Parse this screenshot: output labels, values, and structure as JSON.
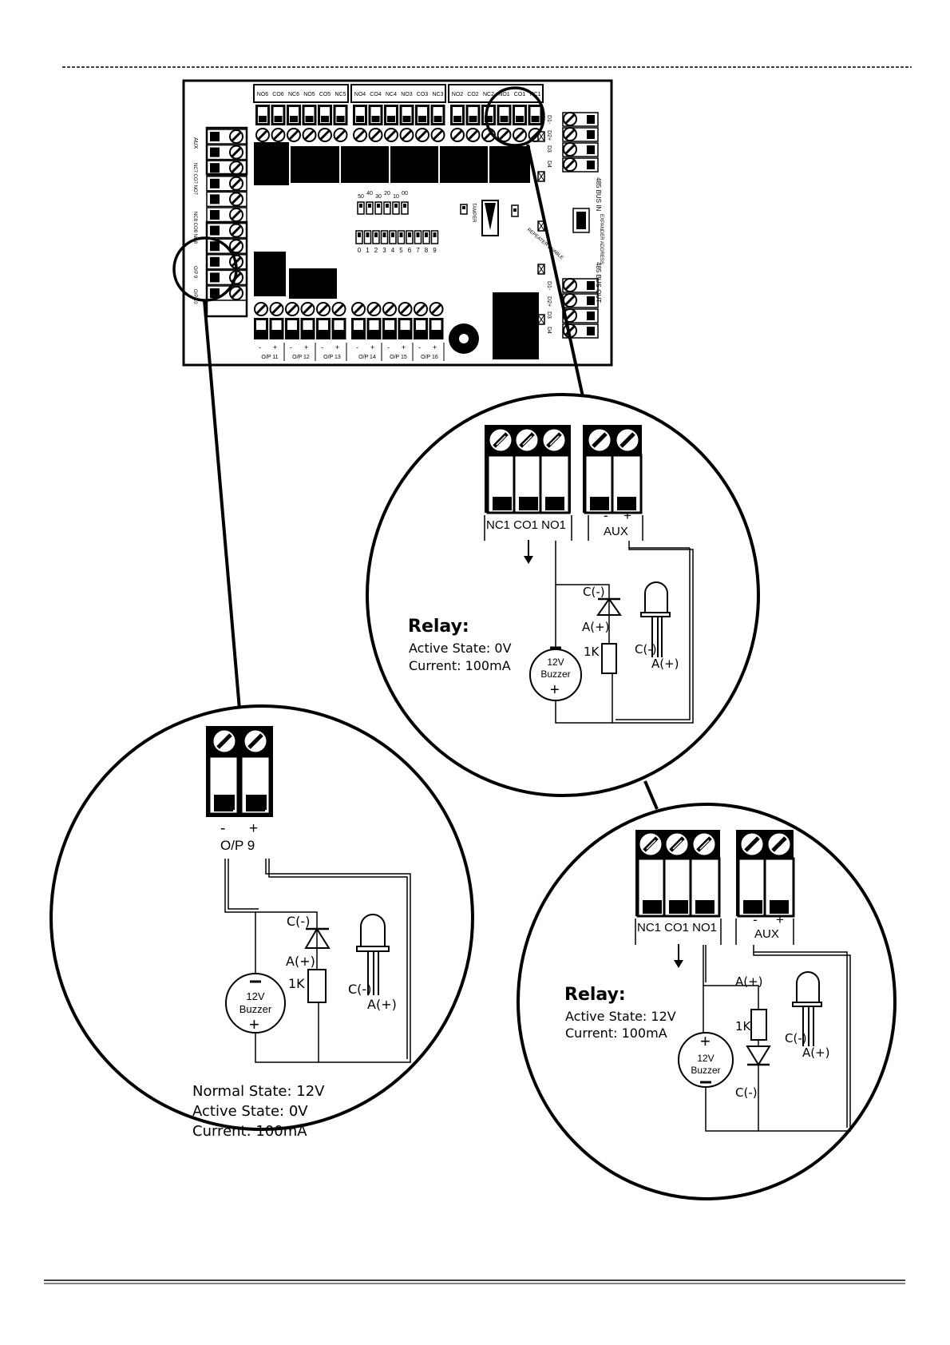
{
  "board": {
    "top_terminal_labels": [
      "NO6",
      "CO6",
      "NC6",
      "NO5",
      "CO5",
      "NC5",
      "NO4",
      "CO4",
      "NC4",
      "NO3",
      "CO3",
      "NC3",
      "NO2",
      "CO2",
      "NC2",
      "NO1",
      "CO1",
      "NC1"
    ],
    "right_labels": [
      "D1-",
      "D2+",
      "D3",
      "D4"
    ],
    "bus_in": "485 BUS IN",
    "bus_out": "485 BUS OUT",
    "expander": "EXPANDER ADDRESS",
    "tamper": "TAMPER",
    "repeater": "REPEATER ENABLE",
    "dip_top": [
      "50",
      "40",
      "30",
      "20",
      "10",
      "00"
    ],
    "dip_bottom": [
      "0",
      "1",
      "2",
      "3",
      "4",
      "5",
      "6",
      "7",
      "8",
      "9"
    ],
    "left_labels": [
      "AUX",
      "NC7 CO7 NO7",
      "NC8 CO8 NO8",
      "O/P 9",
      "O/P 10"
    ],
    "bottom_outputs": [
      "O/P 11",
      "O/P 12",
      "O/P 13",
      "O/P 14",
      "O/P 15",
      "O/P 16"
    ],
    "minus": "-",
    "plus": "+"
  },
  "relay_top": {
    "terminals": "NC1 CO1 NO1",
    "aux": "AUX",
    "title": "Relay:",
    "line1": "Active State: 0V",
    "line2": "Current: 100mA",
    "buzzer_v": "12V",
    "buzzer_l": "Buzzer",
    "cathode": "C(-)",
    "anode": "A(+)",
    "resistor": "1K",
    "led_c": "C(-)",
    "led_a": "A(+)"
  },
  "op9": {
    "label": "O/P  9",
    "line1": "Normal State: 12V",
    "line2": "Active State: 0V",
    "line3": "Current: 100mA",
    "buzzer_v": "12V",
    "buzzer_l": "Buzzer",
    "cathode": "C(-)",
    "anode": "A(+)",
    "resistor": "1K",
    "led_c": "C(-)",
    "led_a": "A(+)"
  },
  "relay_bottom": {
    "terminals": "NC1 CO1 NO1",
    "aux": "AUX",
    "title": "Relay:",
    "line1": "Active State: 12V",
    "line2": "Current: 100mA",
    "buzzer_v": "12V",
    "buzzer_l": "Buzzer",
    "anode_top": "A(+)",
    "resistor": "1K",
    "cathode_bottom": "C(-)",
    "led_c": "C(-)",
    "led_a": "A(+)"
  }
}
